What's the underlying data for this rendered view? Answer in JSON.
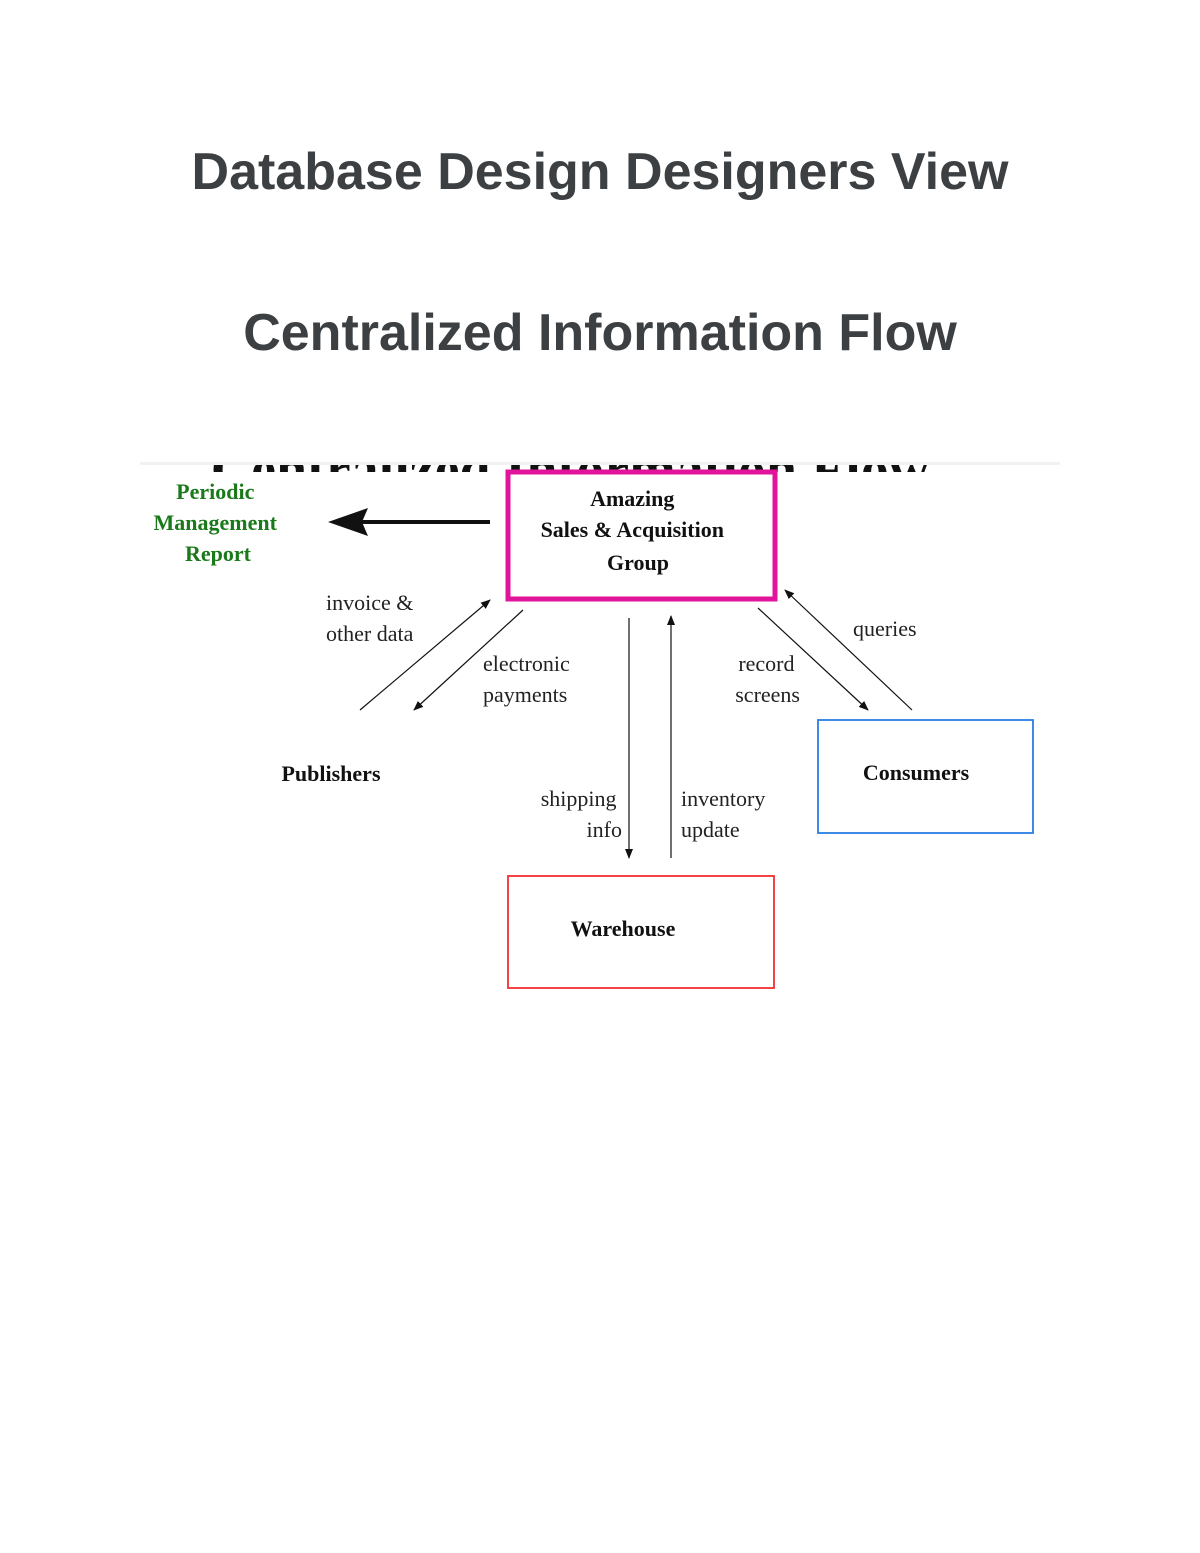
{
  "page": {
    "title": "Database Design Designers View",
    "subtitle": "Centralized Information Flow"
  },
  "diagram": {
    "cropped_heading": "Centralized Information Flow",
    "colors": {
      "report_text": "#1a7a1a",
      "center_border": "#e0159b",
      "consumers_border": "#2a7de1",
      "warehouse_border": "#f03030",
      "ink": "#111111"
    },
    "nodes": {
      "report": {
        "lines": [
          "Periodic",
          "Management",
          "Report"
        ]
      },
      "center": {
        "lines": [
          "Amazing",
          "Sales & Acquisition",
          "Group"
        ]
      },
      "publishers": {
        "label": "Publishers"
      },
      "consumers": {
        "label": "Consumers"
      },
      "warehouse": {
        "label": "Warehouse"
      }
    },
    "edges": {
      "invoice": {
        "lines": [
          "invoice &",
          "other data"
        ]
      },
      "payments": {
        "lines": [
          "electronic",
          "payments"
        ]
      },
      "shipping": {
        "lines": [
          "shipping",
          "info"
        ]
      },
      "inventory": {
        "lines": [
          "inventory",
          "update"
        ]
      },
      "record": {
        "lines": [
          "record",
          "screens"
        ]
      },
      "queries": {
        "lines": [
          "queries"
        ]
      }
    }
  }
}
